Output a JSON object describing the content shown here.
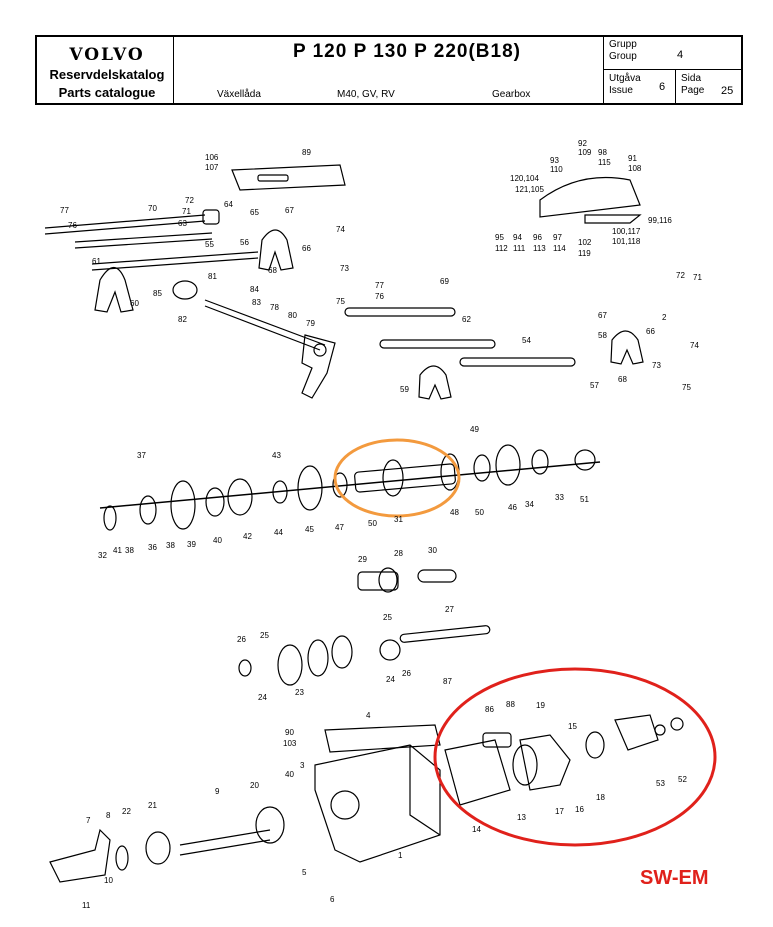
{
  "header": {
    "brand": "VOLVO",
    "catalog_sv": "Reservdelskatalog",
    "catalog_en": "Parts catalogue",
    "models": "P 120   P 130   P 220(B18)",
    "part_sv": "Växellåda",
    "variants": "M40, GV, RV",
    "part_en": "Gearbox",
    "group_label_sv": "Grupp",
    "group_label_en": "Group",
    "group_value": "4",
    "issue_label_sv": "Utgåva",
    "issue_label_en": "Issue",
    "issue_value": "6",
    "page_label_sv": "Sida",
    "page_label_en": "Page",
    "page_value": "25"
  },
  "watermark": "SW-EM",
  "callouts": [
    "106",
    "107",
    "89",
    "92",
    "109",
    "98",
    "115",
    "93",
    "110",
    "91",
    "108",
    "120,104",
    "121,105",
    "99,116",
    "100,117",
    "101,118",
    "95",
    "112",
    "94",
    "111",
    "96",
    "113",
    "97",
    "114",
    "102",
    "119",
    "72",
    "71",
    "64",
    "65",
    "67",
    "77",
    "76",
    "70",
    "63",
    "56",
    "66",
    "55",
    "68",
    "74",
    "73",
    "75",
    "61",
    "60",
    "81",
    "85",
    "84",
    "83",
    "82",
    "78",
    "80",
    "79",
    "69",
    "77",
    "76",
    "62",
    "54",
    "59",
    "67",
    "2",
    "58",
    "66",
    "72",
    "71",
    "74",
    "73",
    "75",
    "57",
    "68",
    "49",
    "37",
    "43",
    "32",
    "41",
    "38",
    "36",
    "39",
    "40",
    "42",
    "44",
    "45",
    "47",
    "50",
    "31",
    "48",
    "50",
    "46",
    "34",
    "33",
    "51",
    "29",
    "28",
    "30",
    "27",
    "26",
    "25",
    "24",
    "23",
    "4",
    "87",
    "86",
    "88",
    "19",
    "15",
    "90",
    "103",
    "3",
    "40",
    "20",
    "9",
    "8",
    "7",
    "22",
    "21",
    "11",
    "5",
    "6",
    "1",
    "14",
    "13",
    "17",
    "16",
    "18",
    "53",
    "52",
    "10"
  ],
  "colors": {
    "highlight_orange": "#f39a3e",
    "highlight_red": "#e0211b"
  }
}
